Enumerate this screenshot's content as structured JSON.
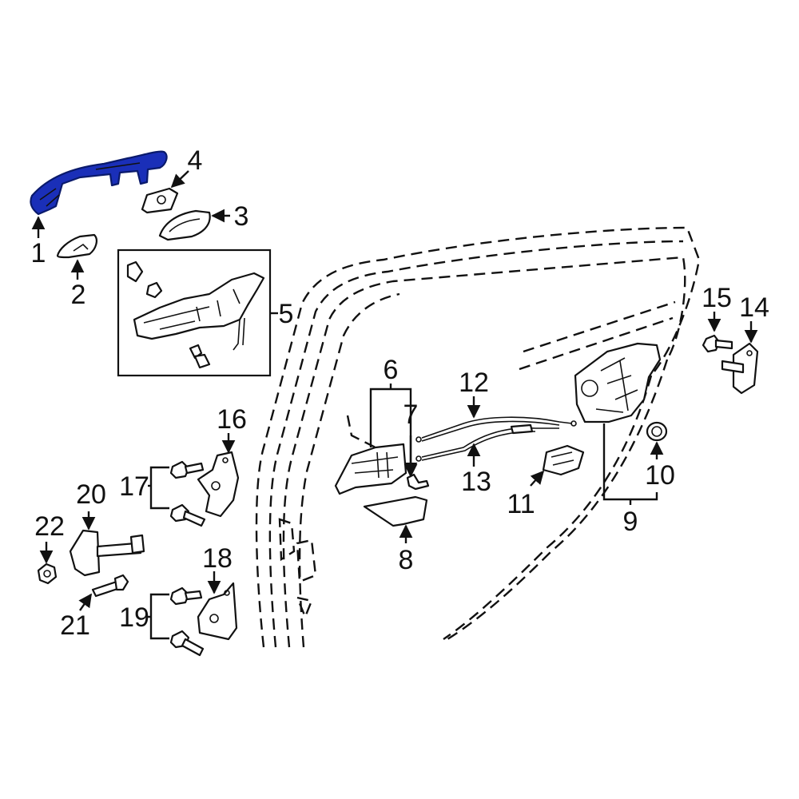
{
  "highlight_color": "#1a2fb8",
  "callouts": {
    "c1": "1",
    "c2": "2",
    "c3": "3",
    "c4": "4",
    "c5": "5",
    "c6": "6",
    "c7": "7",
    "c8": "8",
    "c9": "9",
    "c10": "10",
    "c11": "11",
    "c12": "12",
    "c13": "13",
    "c14": "14",
    "c15": "15",
    "c16": "16",
    "c17": "17",
    "c18": "18",
    "c19": "19",
    "c20": "20",
    "c21": "21",
    "c22": "22"
  }
}
